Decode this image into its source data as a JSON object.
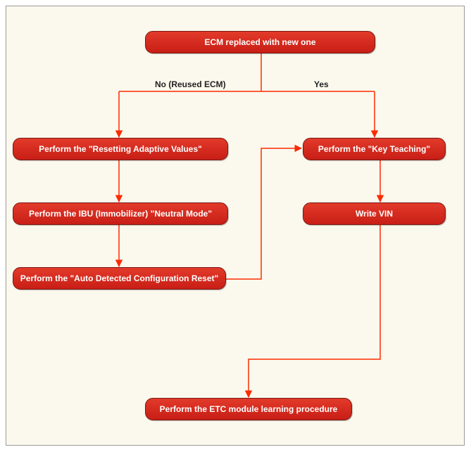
{
  "flowchart": {
    "colors": {
      "background": "#fbf9ee",
      "node_fill": "#d42b1f",
      "node_text": "#ffffff",
      "connector": "#ff2a00",
      "label_text": "#222222"
    },
    "nodes": {
      "ecm_replaced": "ECM replaced with new one",
      "resetting_adaptive": "Perform the \"Resetting Adaptive Values\"",
      "ibu_neutral": "Perform the IBU (Immobilizer) \"Neutral Mode\"",
      "auto_detected_reset": "Perform the \"Auto Detected Configuration Reset\"",
      "key_teaching": "Perform the \"Key Teaching\"",
      "write_vin": "Write VIN",
      "etc_learning": "Perform the ETC module learning procedure"
    },
    "labels": {
      "no_branch": "No (Reused ECM)",
      "yes_branch": "Yes"
    }
  }
}
